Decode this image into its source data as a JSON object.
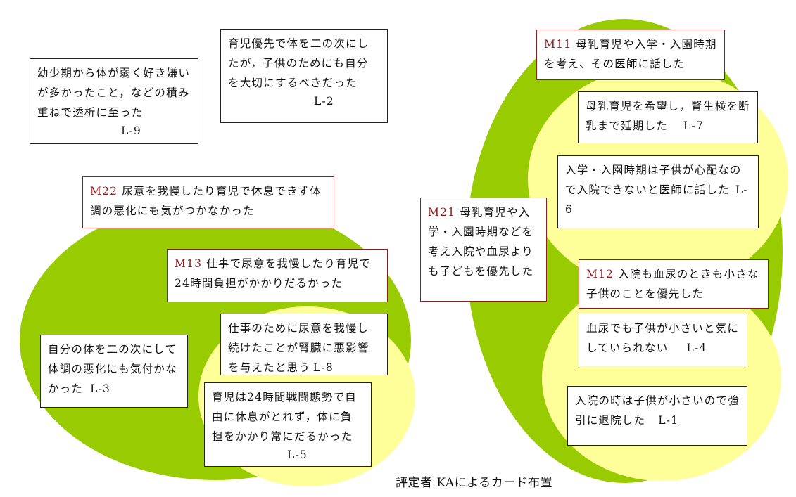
{
  "colors": {
    "green": "#99cc00",
    "yellow": "#ffff99",
    "border": "#222222",
    "label_red": "#8b1a1a"
  },
  "cards": {
    "l9": {
      "text": "幼少期から体が弱く好き嫌いが多かったこと，などの積み重ねで透析に至った",
      "label": "L-9"
    },
    "l2": {
      "text": "育児優先で体を二の次にしたが，子供のためにも自分を大切にするべきだった",
      "label": "L-2"
    },
    "m22": {
      "id": "M22",
      "text": "尿意を我慢したり育児で休息できず体調の悪化にも気がつかなかった"
    },
    "m13": {
      "id": "M13",
      "text": "仕事で尿意を我慢したり育児で24時間負担がかかりだるかった"
    },
    "l8": {
      "text": "仕事のために尿意を我慢し続けたことが腎臓に悪影響を与えたと思う",
      "label": "L-8"
    },
    "l3": {
      "text": "自分の体を二の次にして体調の悪化にも気付かなかった",
      "label": "L-3"
    },
    "l5": {
      "text": "育児は24時間戦闘態勢で自由に休息がとれず，体に負担をかかり常にだるかった",
      "label": "L-5"
    },
    "m11": {
      "id": "M11",
      "text": "母乳育児や入学・入園時期を考え、その医師に話した"
    },
    "l7": {
      "text": "母乳育児を希望し，腎生検を断乳まで延期した",
      "label": "L-7"
    },
    "l6": {
      "text": "入学・入園時期は子供が心配なので入院できないと医師に話した",
      "label": "L-6"
    },
    "m21": {
      "id": "M21",
      "text": "母乳育児や入学・入園時期などを考え入院や血尿よりも子どもを優先した"
    },
    "m12": {
      "id": "M12",
      "text": "入院も血尿のときも小さな子供のことを優先した"
    },
    "l4": {
      "text": "血尿でも子供が小さいと気にしていられない",
      "label": "L-4"
    },
    "l1": {
      "text": "入院の時は子供が小さいので強引に退院した",
      "label": "L-1"
    }
  },
  "caption": "評定者 KAによるカード布置"
}
